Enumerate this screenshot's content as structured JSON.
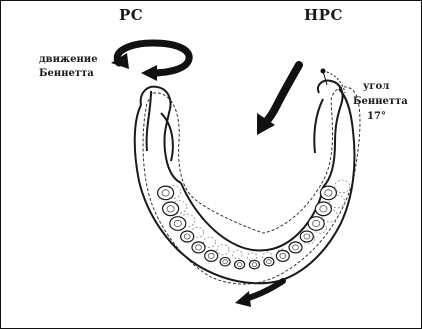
{
  "labels": {
    "rc": "РС",
    "nrc": "НРС",
    "bennett_movement_line1": "движение",
    "bennett_movement_line2": "Беннетта",
    "bennett_angle_line1": "угол",
    "bennett_angle_line2": "Беннетта",
    "bennett_angle_line3": "17°"
  },
  "colors": {
    "ink": "#1a1a1a",
    "background": "#ffffff"
  }
}
